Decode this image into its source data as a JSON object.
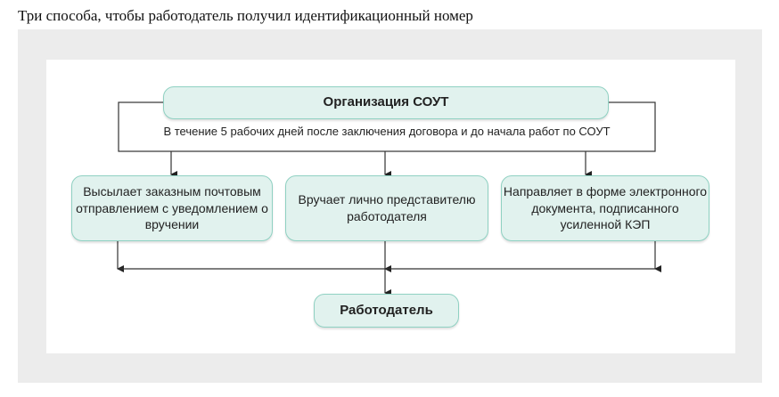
{
  "title": "Три способа, чтобы работодатель получил идентификационный номер",
  "diagram": {
    "top": "Организация СОУТ",
    "note": "В течение 5 рабочих дней после заключения договора и до начала работ по СОУТ",
    "methods": [
      "Высылает заказным почтовым отправлением с уведомлением о вручении",
      "Вручает лично представителю работодателя",
      "Направляет в форме электронного документа, подписанного усиленной КЭП"
    ],
    "bottom": "Работодатель"
  }
}
